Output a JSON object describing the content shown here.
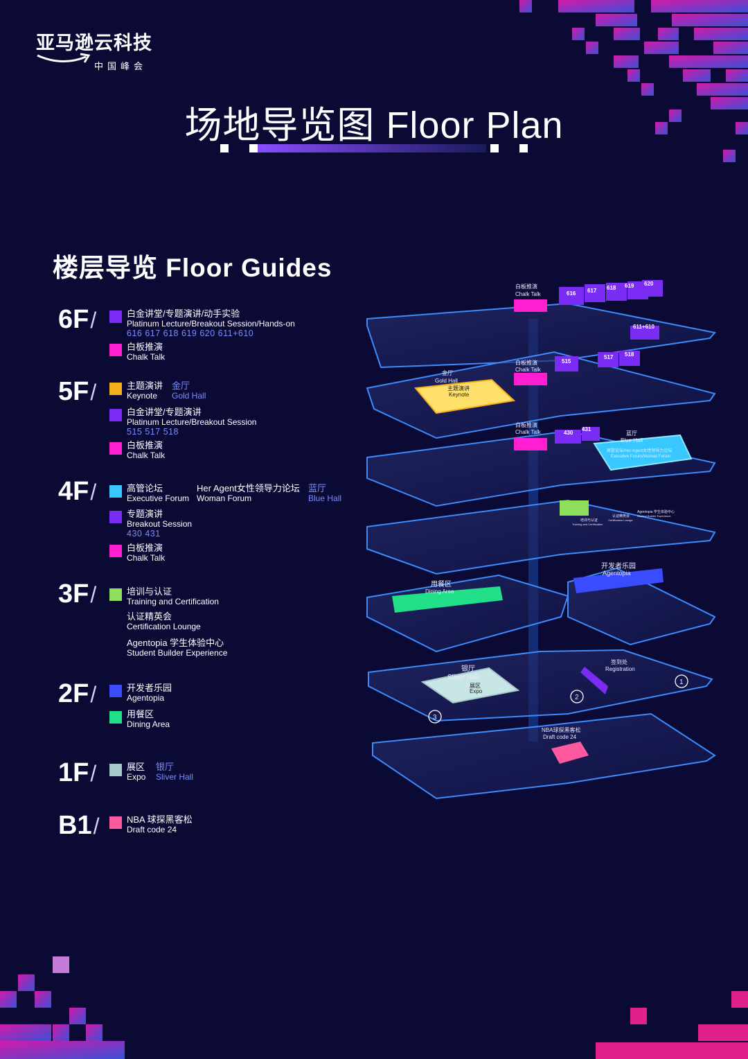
{
  "brand": {
    "name": "亚马逊云科技",
    "sub": "中国峰会"
  },
  "title": "场地导览图 Floor Plan",
  "section_title": "楼层导览  Floor Guides",
  "colors": {
    "background": "#0a0a35",
    "purple": "#7a2cf5",
    "magenta": "#ff1ed0",
    "gold": "#f3b01c",
    "cyan": "#38c8ff",
    "green": "#8ee05c",
    "blue": "#3a4cff",
    "emerald": "#22e08a",
    "silver": "#a7c7c9",
    "pink": "#ff5aa0"
  },
  "floors": {
    "f6": {
      "label": "6F",
      "platinum": {
        "cn": "白金讲堂/专题演讲/动手实验",
        "en": "Platinum Lecture/Breakout Session/Hands-on",
        "rooms": "616  617  618  619  620  611+610"
      },
      "chalk": {
        "cn": "白板推演",
        "en": "Chalk Talk"
      }
    },
    "f5": {
      "label": "5F",
      "keynote": {
        "cn": "主题演讲",
        "en": "Keynote",
        "hall_cn": "金厅",
        "hall_en": "Gold Hall"
      },
      "platinum": {
        "cn": "白金讲堂/专题演讲",
        "en": "Platinum Lecture/Breakout Session",
        "rooms": "515  517  518"
      },
      "chalk": {
        "cn": "白板推演",
        "en": "Chalk Talk"
      }
    },
    "f4": {
      "label": "4F",
      "exec": {
        "cn": "高管论坛",
        "en": "Executive Forum",
        "forum_cn": "Her Agent女性领导力论坛",
        "forum_en": "Woman Forum",
        "hall_cn": "蓝厅",
        "hall_en": "Blue Hall"
      },
      "breakout": {
        "cn": "专题演讲",
        "en": "Breakout Session",
        "rooms": "430  431"
      },
      "chalk": {
        "cn": "白板推演",
        "en": "Chalk Talk"
      }
    },
    "f3": {
      "label": "3F",
      "training": {
        "cn": "培训与认证",
        "en": "Training and Certification"
      },
      "lounge": {
        "cn": "认证精英会",
        "en": "Certification Lounge"
      },
      "agentopia": {
        "cn": "Agentopia 学生体验中心",
        "en": "Student Builder Experience"
      }
    },
    "f2": {
      "label": "2F",
      "agentopia": {
        "cn": "开发者乐园",
        "en": "Agentopia"
      },
      "dining": {
        "cn": "用餐区",
        "en": "Dining Area"
      }
    },
    "f1": {
      "label": "1F",
      "expo": {
        "cn": "展区",
        "en": "Expo",
        "hall_cn": "银厅",
        "hall_en": "Sliver Hall"
      }
    },
    "b1": {
      "label": "B1",
      "nba": {
        "cn": "NBA 球探黑客松",
        "en": "Draft code 24"
      }
    }
  },
  "map": {
    "r616": "616",
    "r617": "617",
    "r618": "618",
    "r619": "619",
    "r620": "620",
    "r611": "611+610",
    "r515": "515",
    "r517": "517",
    "r518": "518",
    "r430": "430",
    "r431": "431",
    "chalk_cn": "白板推演",
    "chalk_en": "Chalk Talk",
    "gold_cn": "金厅",
    "gold_en": "Gold Hall",
    "keynote_cn": "主题演讲",
    "keynote_en": "Keynote",
    "blue_cn": "蓝厅",
    "blue_en": "Blue Hall",
    "exec_label_cn": "高管论坛/Her Agent女性领导力论坛",
    "exec_label_en": "Executive Forum/Woman Forum",
    "training_cn": "培训与认证",
    "training_en": "Training and Certification",
    "lounge_cn": "认证精英会",
    "lounge_en": "Certification Lounge",
    "student_cn": "Agentopia 学生体验中心",
    "student_en": "Student Builder Experience",
    "dev_cn": "开发者乐园",
    "dev_en": "Agentopia",
    "dining_cn": "用餐区",
    "dining_en": "Dining Area",
    "silver_cn": "银厅",
    "silver_en": "Sliver Hall",
    "expo_cn": "展区",
    "expo_en": "Expo",
    "reg_cn": "签到处",
    "reg_en": "Registration",
    "nba_cn": "NBA球探黑客松",
    "nba_en": "Draft code 24",
    "pin1": "1",
    "pin2": "2",
    "pin3": "3"
  }
}
